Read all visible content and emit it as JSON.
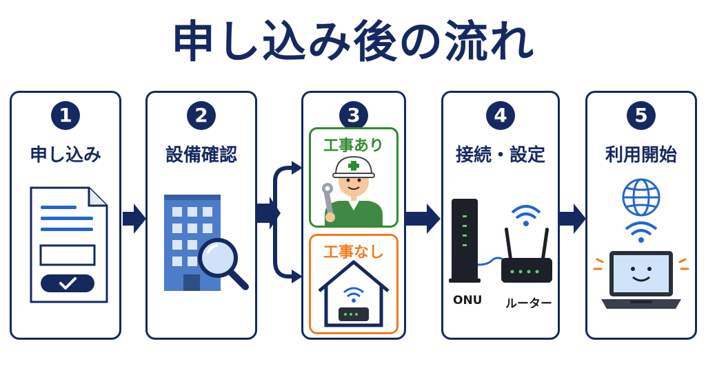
{
  "title": "申し込み後の流れ",
  "colors": {
    "navy": "#14295f",
    "green": "#2e8b2e",
    "orange": "#f07b1e",
    "blue": "#2266cc"
  },
  "steps": [
    {
      "number": "1",
      "label": "申し込み",
      "icon": "application-form-icon"
    },
    {
      "number": "2",
      "label": "設備確認",
      "icon": "building-magnifier-icon"
    },
    {
      "number": "3",
      "label": "",
      "icon": "branch-icon"
    },
    {
      "number": "4",
      "label": "接続・設定",
      "icon": "onu-router-icon"
    },
    {
      "number": "5",
      "label": "利用開始",
      "icon": "laptop-internet-icon"
    }
  ],
  "branch": {
    "with_work": {
      "label": "工事あり",
      "icon": "construction-worker-icon"
    },
    "without_work": {
      "label": "工事なし",
      "icon": "house-wifi-icon"
    }
  },
  "devices": {
    "onu": "ONU",
    "router": "ルーター"
  }
}
